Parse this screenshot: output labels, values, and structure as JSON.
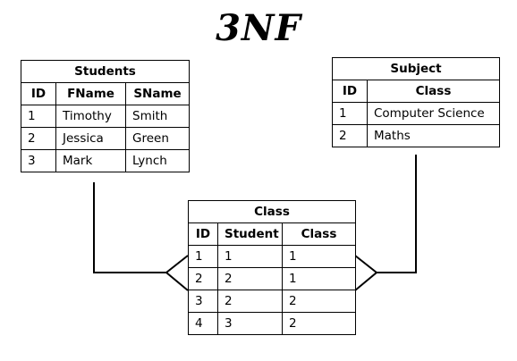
{
  "title": "3NF",
  "tables": {
    "students": {
      "name": "Students",
      "columns": [
        "ID",
        "FName",
        "SName"
      ],
      "rows": [
        [
          "1",
          "Timothy",
          "Smith"
        ],
        [
          "2",
          "Jessica",
          "Green"
        ],
        [
          "3",
          "Mark",
          "Lynch"
        ]
      ]
    },
    "subject": {
      "name": "Subject",
      "columns": [
        "ID",
        "Class"
      ],
      "rows": [
        [
          "1",
          "Computer Science"
        ],
        [
          "2",
          "Maths"
        ]
      ]
    },
    "class": {
      "name": "Class",
      "columns": [
        "ID",
        "Student",
        "Class"
      ],
      "rows": [
        [
          "1",
          "1",
          "1"
        ],
        [
          "2",
          "2",
          "1"
        ],
        [
          "3",
          "2",
          "2"
        ],
        [
          "4",
          "3",
          "2"
        ]
      ]
    }
  },
  "relationships": [
    {
      "from": "Students",
      "to": "Class",
      "from_cardinality": "one",
      "to_cardinality": "many"
    },
    {
      "from": "Subject",
      "to": "Class",
      "from_cardinality": "one",
      "to_cardinality": "many"
    }
  ]
}
